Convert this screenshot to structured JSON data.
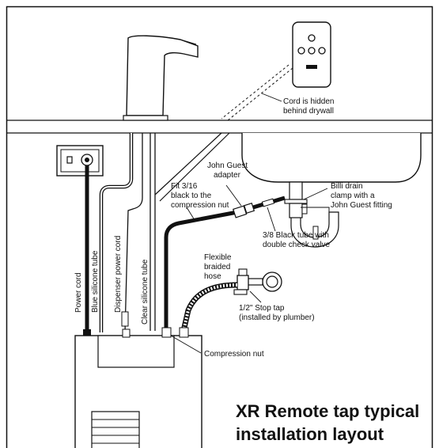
{
  "title": {
    "line1": "XR Remote tap typical",
    "line2": "installation layout"
  },
  "labels": {
    "cord_hidden_1": "Cord is hidden",
    "cord_hidden_2": "behind drywall",
    "jg_adapter_1": "John Guest",
    "jg_adapter_2": "adapter",
    "fit_1": "Fit 3/16",
    "fit_2": "black to the",
    "fit_3": "compression nut",
    "billi_1": "Billi drain",
    "billi_2": "clamp with a",
    "billi_3": "John Guest fitting",
    "black_tube_1": "3/8 Black tube with",
    "black_tube_2": "double check valve",
    "flex_1": "Flexible",
    "flex_2": "braided",
    "flex_3": "hose",
    "stop_tap_1": "1/2\" Stop tap",
    "stop_tap_2": "(installed by plumber)",
    "compression_nut": "Compression nut",
    "power_cord": "Power cord",
    "blue_tube": "Blue silicone tube",
    "dispenser_cord": "Dispenser power cord",
    "clear_tube": "Clear silicone tube"
  },
  "colors": {
    "stroke": "#111111",
    "background": "#ffffff",
    "drywall": "#ffffff"
  }
}
